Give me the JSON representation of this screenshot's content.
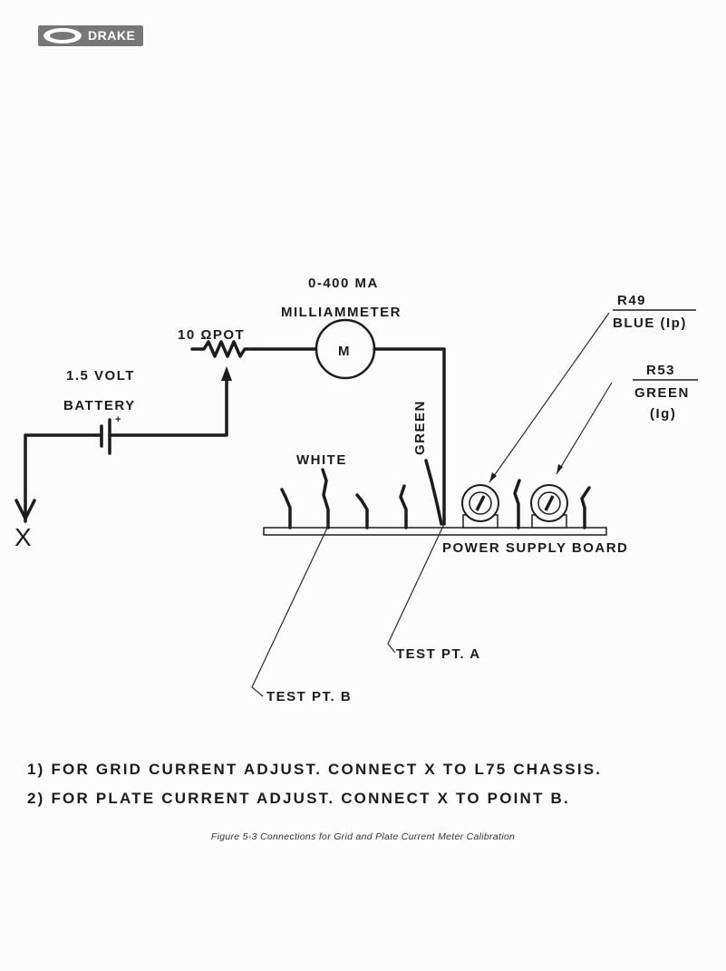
{
  "logo": {
    "text": "DRAKE"
  },
  "diagram": {
    "meter_range": "0-400 MA",
    "meter_name": "MILLIAMMETER",
    "meter_symbol": "M",
    "pot_label": "10 ΩPOT",
    "battery_line1": "1.5 VOLT",
    "battery_line2": "BATTERY",
    "battery_polarity": "+",
    "ground_label": "X",
    "wire_white": "WHITE",
    "wire_green": "GREEN",
    "r49_name": "R49",
    "r49_desc": "BLUE (Ip)",
    "r53_name": "R53",
    "r53_desc": "GREEN",
    "r53_sub": "(Ig)",
    "board_label": "POWER SUPPLY BOARD",
    "test_pt_a": "TEST PT. A",
    "test_pt_b": "TEST PT. B"
  },
  "notes": {
    "note1": "1) FOR GRID CURRENT ADJUST. CONNECT X TO L75 CHASSIS.",
    "note2": "2) FOR PLATE CURRENT ADJUST. CONNECT X TO POINT B."
  },
  "caption": "Figure 5-3    Connections for Grid and Plate Current Meter Calibration"
}
